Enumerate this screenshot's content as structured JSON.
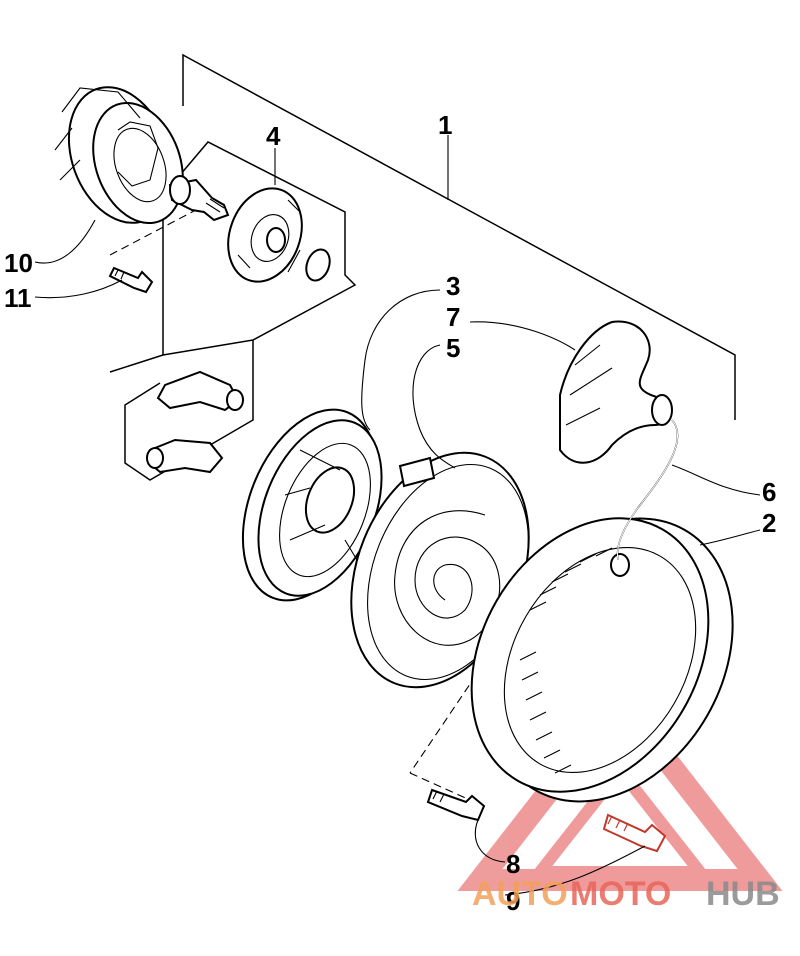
{
  "callouts": {
    "c1": "1",
    "c2": "2",
    "c3": "3",
    "c4": "4",
    "c5": "5",
    "c6": "6",
    "c7": "7",
    "c8": "8",
    "c9": "9",
    "c10": "10",
    "c11": "11"
  },
  "watermark": {
    "part1": "AUTO",
    "part2": "MOTO",
    "part3": "HUB",
    "colors": {
      "auto": "#f2a15a",
      "moto": "#e8665a",
      "hub": "#8a8a8a",
      "triangle": "#e24a4a"
    }
  }
}
